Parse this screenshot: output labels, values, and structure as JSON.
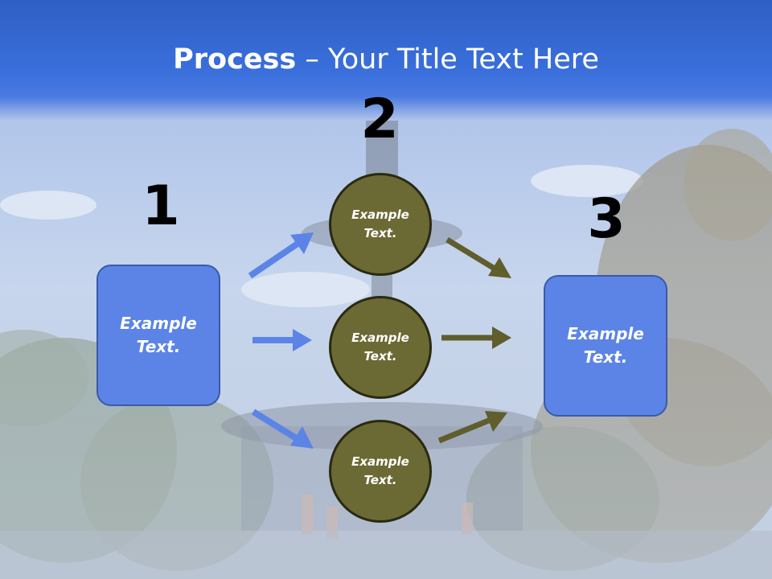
{
  "slide": {
    "title_bold": "Process",
    "title_separator": " – ",
    "title_rest": "Your Title Text Here"
  },
  "steps": {
    "one": "1",
    "two": "2",
    "three": "3"
  },
  "boxes": {
    "left": "Example Text.",
    "right": "Example Text."
  },
  "circles": {
    "top": "Example Text.",
    "middle": "Example Text.",
    "bottom": "Example Text."
  },
  "colors": {
    "header_blue": "#3a6fdc",
    "box_blue": "#5b84e6",
    "arrow_blue": "#5b84e6",
    "circle_olive": "#6b6a35",
    "arrow_olive": "#5f5e2c"
  },
  "background": {
    "description_icon": "fountain-photo-background"
  }
}
